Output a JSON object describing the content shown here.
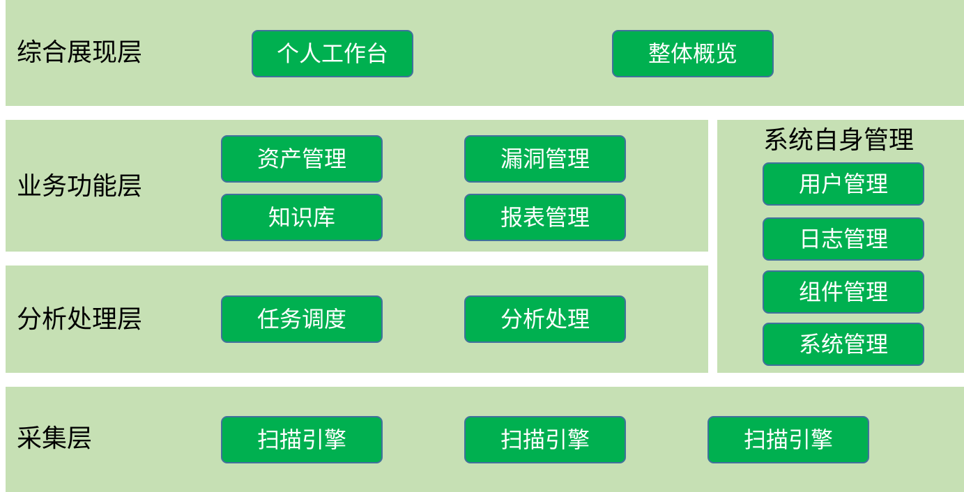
{
  "layers": {
    "presentation": {
      "label": "综合展现层",
      "items": [
        "个人工作台",
        "整体概览"
      ]
    },
    "business": {
      "label": "业务功能层",
      "items": [
        "资产管理",
        "漏洞管理",
        "知识库",
        "报表管理"
      ]
    },
    "analysis": {
      "label": "分析处理层",
      "items": [
        "任务调度",
        "分析处理"
      ]
    },
    "collection": {
      "label": "采集层",
      "items": [
        "扫描引擎",
        "扫描引擎",
        "扫描引擎"
      ]
    }
  },
  "system": {
    "title": "系统自身管理",
    "items": [
      "用户管理",
      "日志管理",
      "组件管理",
      "系统管理"
    ]
  },
  "colors": {
    "band": "#c6e0b4",
    "box_fill": "#00b050",
    "box_border": "#41719c",
    "box_text": "#ffffff"
  }
}
